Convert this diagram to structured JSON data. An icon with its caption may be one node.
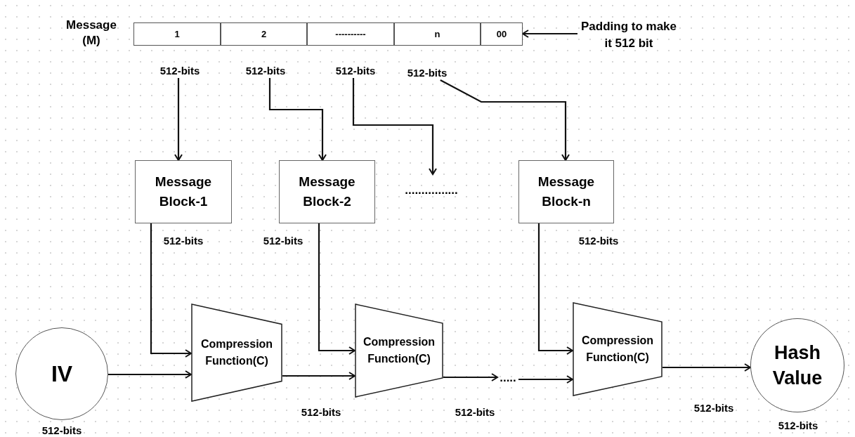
{
  "diagram": {
    "nodes": [
      {
        "text": [
          "1"
        ]
      },
      {
        "text": [
          "2"
        ]
      },
      {
        "text": [
          "----------"
        ]
      },
      {
        "text": [
          "n"
        ]
      },
      {
        "text": [
          "00"
        ]
      },
      {
        "text": [
          "Padding to make it 512 bit"
        ]
      },
      {
        "text": [
          "512-bits"
        ]
      },
      {
        "text": [
          "512-bits"
        ]
      },
      {
        "text": [
          "512-bits"
        ]
      },
      {
        "text": [
          "512-bits"
        ]
      },
      {
        "text": [
          "Message Block-1"
        ]
      },
      {
        "text": [
          "Message Block-2"
        ]
      },
      {
        "text": [
          "Message Block-n"
        ]
      },
      {
        "text": [
          "IV"
        ],
        "beside": [
          "512-bits"
        ]
      },
      {
        "text": [
          "Compression Function(C)"
        ]
      },
      {
        "text": [
          "Compression Function(C)"
        ]
      },
      {
        "text": [
          "Compression Function(C)"
        ]
      },
      {
        "text": [
          "Hash Value"
        ],
        "beside": [
          "512-bits"
        ]
      },
      {
        "text": [
          "....."
        ]
      }
    ],
    "edges": [
      {
        "from": 5,
        "to": 4,
        "arrow": "to"
      },
      {
        "from": 6,
        "to": 10,
        "arrow": "to"
      },
      {
        "from": 7,
        "to": 11,
        "arrow": "to"
      },
      {
        "from": 8,
        "to": null,
        "arrow": "to"
      },
      {
        "from": 9,
        "to": 12,
        "arrow": "to"
      },
      {
        "from": 10,
        "to": 14,
        "arrow": "to"
      },
      {
        "from": 11,
        "to": 15,
        "arrow": "to"
      },
      {
        "from": 12,
        "to": 16,
        "arrow": "to"
      },
      {
        "from": 13,
        "to": 14,
        "arrow": "to"
      },
      {
        "from": 14,
        "to": 15,
        "arrow": "to"
      },
      {
        "from": 15,
        "to": 18,
        "arrow": "to"
      },
      {
        "from": 18,
        "to": 16,
        "arrow": "to"
      },
      {
        "from": 16,
        "to": 17,
        "arrow": "to"
      }
    ],
    "labels": [
      "Message (M)",
      "................",
      "512-bits",
      "512-bits",
      "512-bits",
      "512-bits",
      "512-bits",
      "512-bits"
    ]
  }
}
